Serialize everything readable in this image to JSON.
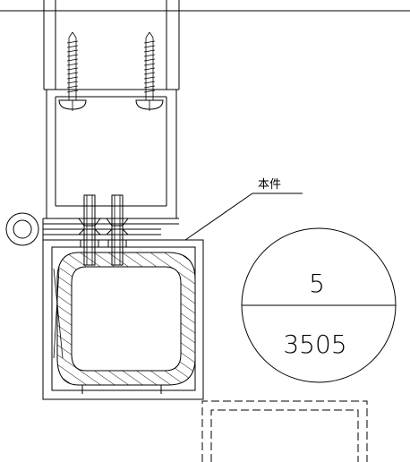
{
  "detail_symbol": {
    "top_number": "5",
    "bottom_number": "3505"
  },
  "leader_label": "本件",
  "colors": {
    "line": "#000000",
    "background": "#ffffff"
  }
}
